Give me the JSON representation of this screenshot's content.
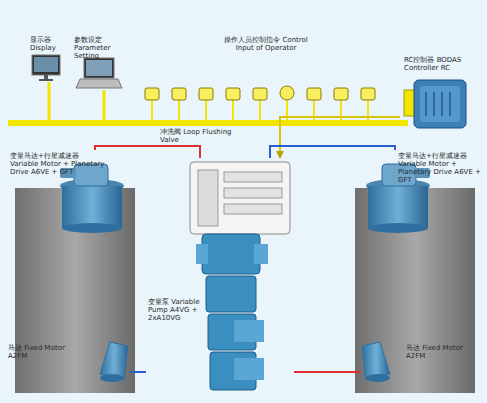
{
  "diagram": {
    "nodes": [
      {
        "text": [
          "显示器 Display"
        ]
      },
      {
        "text": [
          "参数设定 Parameter Setting"
        ]
      },
      {
        "text": [
          "RC控制器 BODAS Controller RC"
        ]
      },
      {
        "text": [
          "变量马达+行星减速器 Variable Motor + Planetary Drive A6VE + GFT"
        ]
      },
      {
        "text": [
          "变量马达+行星减速器 Variable Motor + Planetary Drive A6VE + GFT"
        ]
      },
      {
        "text": [
          "变量泵 Variable Pump A4VG + 2xA10VG"
        ]
      },
      {
        "text": [
          "马达 Fixed Motor A2FM"
        ]
      },
      {
        "text": [
          "马达 Fixed Motor A2FM"
        ]
      }
    ],
    "edges": [
      {
        "from": 0,
        "to": 2,
        "arrow": "none"
      },
      {
        "from": 1,
        "to": 2,
        "arrow": "none"
      },
      {
        "from": 2,
        "to": 5,
        "arrow": "to"
      },
      {
        "from": 5,
        "to": 3,
        "arrow": "none"
      },
      {
        "from": 5,
        "to": 4,
        "arrow": "none"
      },
      {
        "from": 5,
        "to": 6,
        "arrow": "none"
      },
      {
        "from": 5,
        "to": 7,
        "arrow": "none"
      }
    ],
    "labels": [
      "操作人员控制指令 Control Input of Operator",
      "冲洗阀 Loop Flushing Valve"
    ]
  }
}
